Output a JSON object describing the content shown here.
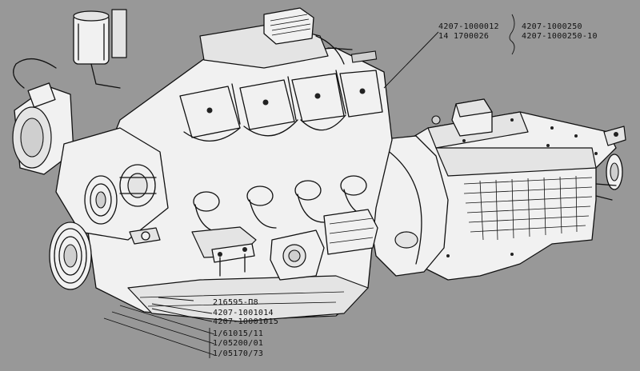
{
  "callouts": {
    "cylinder_heads_left": "4207-1000012",
    "cylinder_heads_left_2": "14 1700026",
    "gearbox_right": "4207-1000250",
    "gearbox_right_2": "4207-1000250-10",
    "oil_pan_label": "216595-П8",
    "engine_1": "4207-1001014",
    "engine_2": "4207-10001015",
    "bolt_1": "1/61015/11",
    "bolt_2": "1/05200/01",
    "bolt_3": "1/05170/73"
  }
}
